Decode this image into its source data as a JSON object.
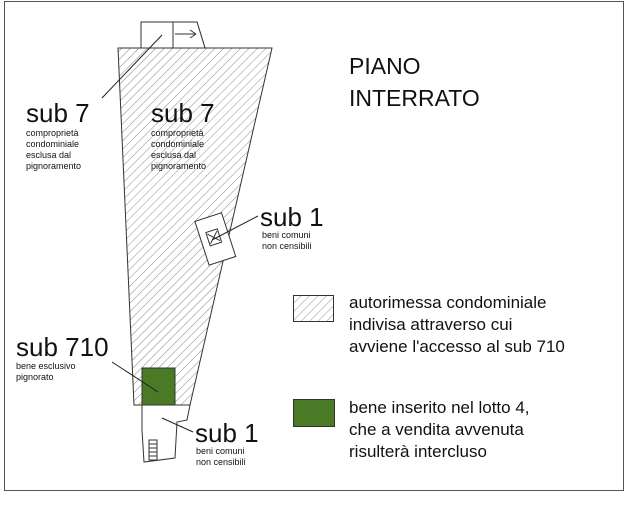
{
  "title": {
    "line1": "PIANO",
    "line2": "INTERRATO"
  },
  "labels": {
    "sub7_outside": {
      "name": "sub 7",
      "desc": [
        "comproprietà",
        "condominiale",
        "esclusa dal",
        "pignoramento"
      ]
    },
    "sub7_inside": {
      "name": "sub 7",
      "desc": [
        "comproprietà",
        "condominiale",
        "esclusa dal",
        "pignoramento"
      ]
    },
    "sub1_upper": {
      "name": "sub 1",
      "desc": [
        "beni comuni",
        "non censibili"
      ]
    },
    "sub710": {
      "name": "sub 710",
      "desc": [
        "bene esclusivo",
        "pignorato"
      ]
    },
    "sub1_lower": {
      "name": "sub 1",
      "desc": [
        "beni comuni",
        "non censibili"
      ]
    }
  },
  "legend": [
    {
      "kind": "hatched",
      "lines": [
        "autorimessa condominiale",
        "indivisa attraverso cui",
        "avviene l'accesso al sub 710"
      ]
    },
    {
      "kind": "green",
      "lines": [
        "bene inserito nel lotto 4,",
        "che a vendita avvenuta",
        "risulterà intercluso"
      ]
    }
  ],
  "colors": {
    "green": "#4a7a25",
    "hatch": "#8a8a8a",
    "outline": "#333333"
  }
}
